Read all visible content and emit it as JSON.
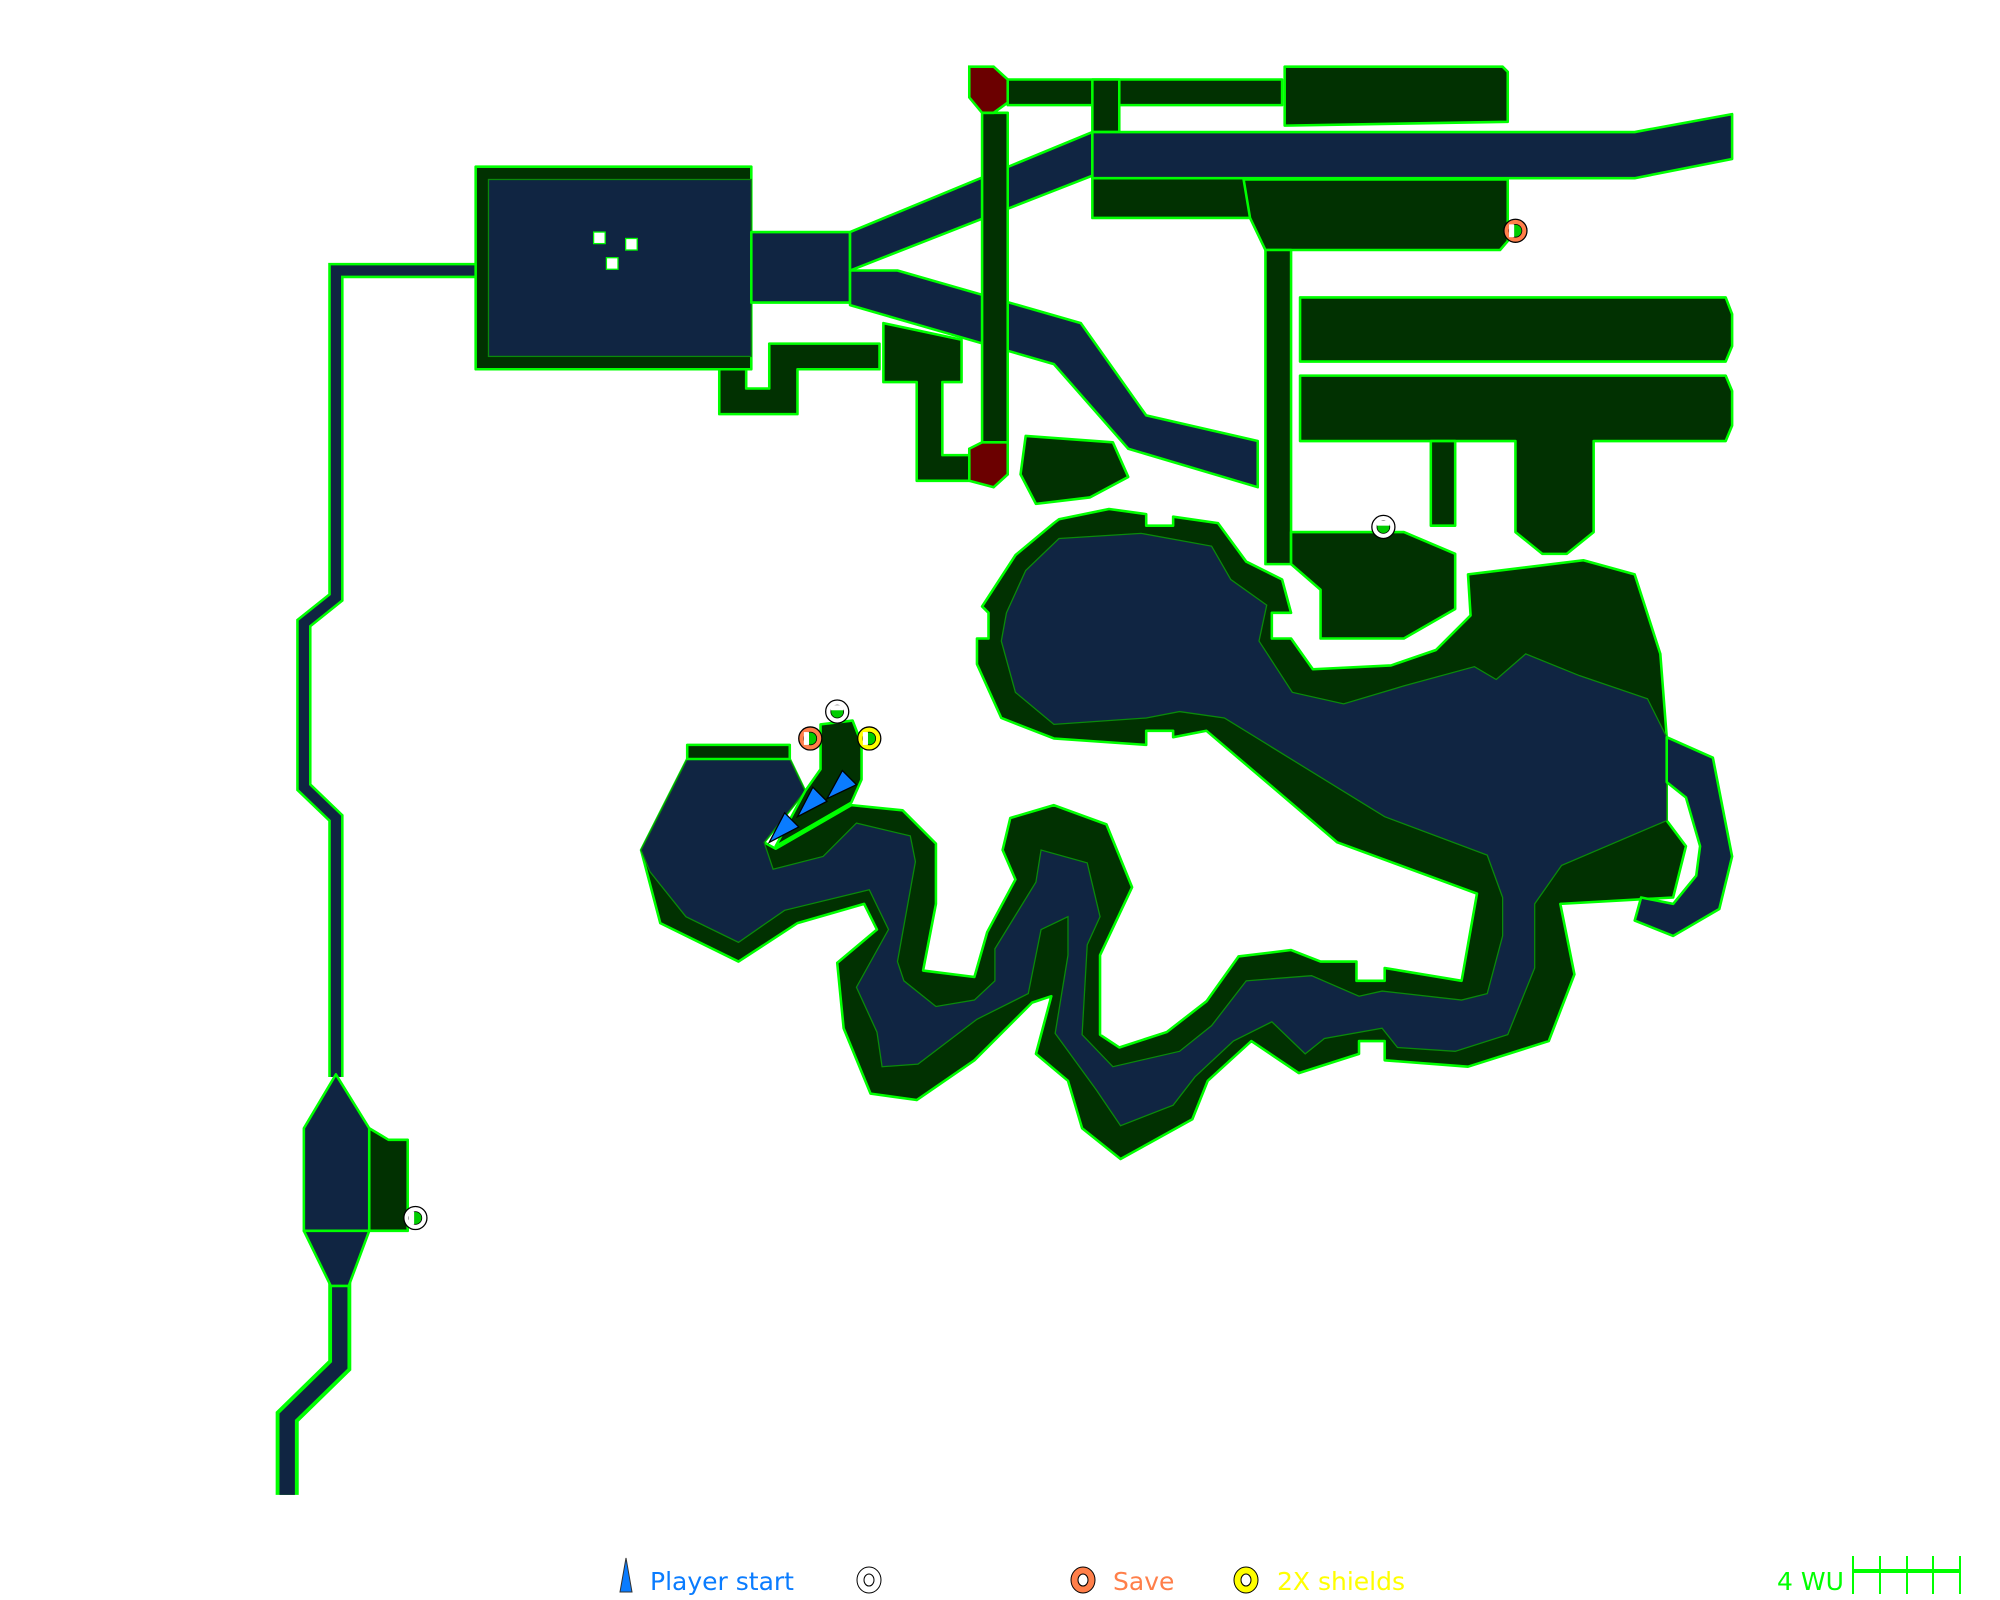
{
  "colors": {
    "floor_dark": "#013101",
    "floor_liquid": "#102542",
    "wall": "#00ff00",
    "door_red": "#6b0000",
    "player": "#0a7cff",
    "save": "#ff7f4a",
    "shields": "#ffff00",
    "generic": "#ffffff"
  },
  "legend": {
    "player_start": "Player start",
    "save": "Save",
    "shields": "2X shields",
    "scale_label": "4 WU"
  },
  "markers": [
    {
      "type": "generic-icon",
      "color": "#ffffff"
    },
    {
      "type": "generic-icon",
      "color": "#ffffff"
    },
    {
      "type": "generic-icon",
      "color": "#ffffff"
    },
    {
      "type": "save-icon",
      "color": "#ff7f4a"
    },
    {
      "type": "save-icon",
      "color": "#ff7f4a"
    },
    {
      "type": "shields-icon",
      "color": "#ffff00"
    }
  ]
}
